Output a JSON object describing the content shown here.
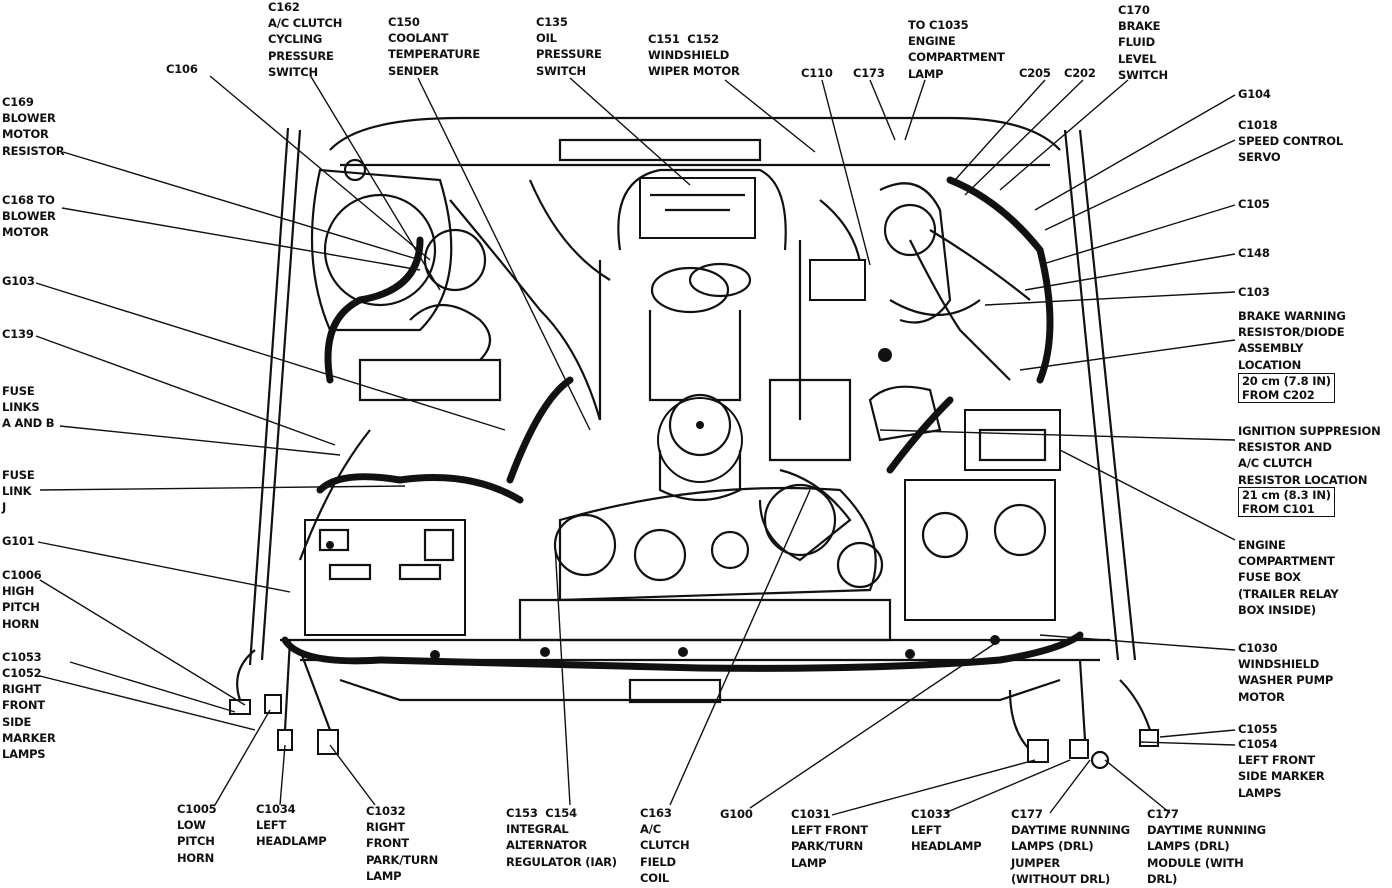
{
  "labels": {
    "c162": "C162\nA/C CLUTCH\nCYCLING\nPRESSURE\nSWITCH",
    "c150": "C150\nCOOLANT\nTEMPERATURE\nSENDER",
    "c135": "C135\nOIL\nPRESSURE\nSWITCH",
    "c151_c152": "C151  C152\nWINDSHIELD\nWIPER MOTOR",
    "c1035": "TO C1035\nENGINE\nCOMPARTMENT\nLAMP",
    "c170": "C170\nBRAKE\nFLUID\nLEVEL\nSWITCH",
    "c106": "C106",
    "c110": "C110",
    "c173": "C173",
    "c205": "C205",
    "c202": "C202",
    "c169": "C169\nBLOWER\nMOTOR\nRESISTOR",
    "c168": "C168 TO\nBLOWER\nMOTOR",
    "g103": "G103",
    "c139": "C139",
    "fuse_ab": "FUSE\nLINKS\nA AND B",
    "fuse_j": "FUSE\nLINK\nJ",
    "g101": "G101",
    "c1006": "C1006\nHIGH\nPITCH\nHORN",
    "c1053": "C1053",
    "c1052": "C1052\nRIGHT\nFRONT\nSIDE\nMARKER\nLAMPS",
    "g104": "G104",
    "c1018": "C1018\nSPEED CONTROL\nSERVO",
    "c105": "C105",
    "c148": "C148",
    "c103": "C103",
    "brake_warning": "BRAKE WARNING\nRESISTOR/DIODE\nASSEMBLY\nLOCATION",
    "brake_warning_box": "20 cm (7.8 IN)\nFROM C202",
    "ignition": "IGNITION SUPPRESION\nRESISTOR AND\nA/C CLUTCH\nRESISTOR LOCATION",
    "ignition_box": "21 cm (8.3 IN)\nFROM C101",
    "fuse_box": "ENGINE\nCOMPARTMENT\nFUSE BOX\n(TRAILER RELAY\nBOX INSIDE)",
    "c1030": "C1030\nWINDSHIELD\nWASHER PUMP\nMOTOR",
    "c1055": "C1055",
    "c1054": "C1054\nLEFT FRONT\nSIDE MARKER\nLAMPS",
    "c1005": "C1005\nLOW\nPITCH\nHORN",
    "c1034": "C1034\nLEFT\nHEADLAMP",
    "c1032": "C1032\nRIGHT\nFRONT\nPARK/TURN\nLAMP",
    "c153_c154": "C153  C154\nINTEGRAL\nALTERNATOR\nREGULATOR (IAR)",
    "c163": "C163\nA/C\nCLUTCH\nFIELD\nCOIL",
    "g100": "G100",
    "c1031": "C1031\nLEFT FRONT\nPARK/TURN\nLAMP",
    "c1033": "C1033\nLEFT\nHEADLAMP",
    "c177_jumper": "C177\nDAYTIME RUNNING\nLAMPS (DRL)\nJUMPER\n(WITHOUT DRL)",
    "c177_module": "C177\nDAYTIME RUNNING\nLAMPS (DRL)\nMODULE (WITH\nDRL)"
  }
}
